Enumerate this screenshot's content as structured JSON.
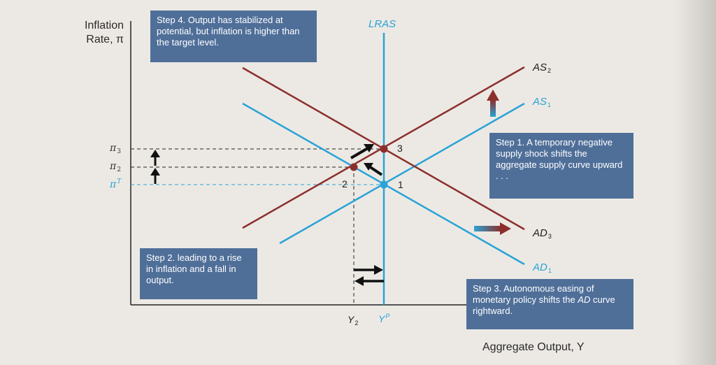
{
  "axes": {
    "y_title_line1": "Inflation",
    "y_title_line2": "Rate, π",
    "x_title": "Aggregate Output, Y"
  },
  "curves": {
    "lras": "LRAS",
    "as2": "AS",
    "as2_sub": "2",
    "as1": "AS",
    "as1_sub": "1",
    "ad3": "AD",
    "ad3_sub": "3",
    "ad1": "AD",
    "ad1_sub": "1"
  },
  "y_ticks": {
    "pi3": "π",
    "pi3_sub": "3",
    "pi2": "π",
    "pi2_sub": "2",
    "piT": "π",
    "piT_sup": "T"
  },
  "x_ticks": {
    "y2": "Y",
    "y2_sub": "2",
    "yp": "Y",
    "yp_sup": "P"
  },
  "points": {
    "p1": "1",
    "p2": "2",
    "p3": "3"
  },
  "steps": {
    "step1": "Step 1. A temporary negative supply shock shifts the aggregate supply curve upward . . .",
    "step2": "Step 2. leading to a rise in inflation and a fall in output.",
    "step3_a": "Step 3. Autonomous easing of monetary policy shifts the ",
    "step3_ad": "AD",
    "step3_b": " curve rightward.",
    "step4": "Step 4. Output has stabilized at potential, but inflation is higher than the target level."
  },
  "colors": {
    "blue": "#2aa3d6",
    "red": "#8c2f2c",
    "box": "#4f6f99",
    "dash_black": "#222222"
  }
}
